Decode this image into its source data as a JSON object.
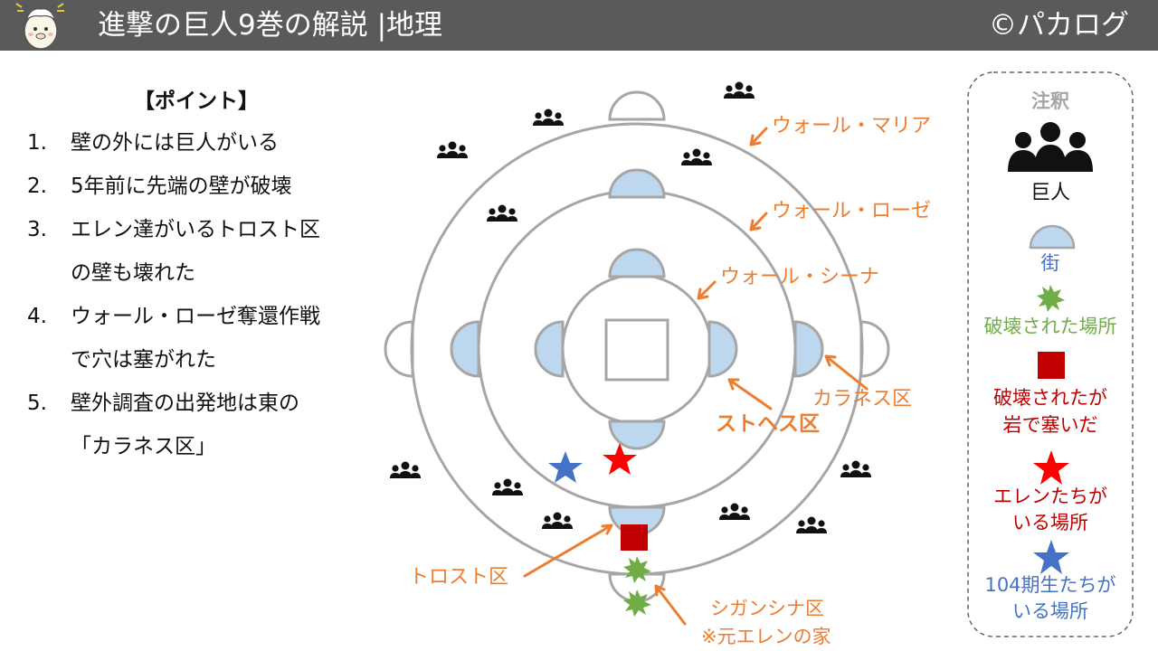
{
  "header": {
    "title": "進撃の巨人9巻の解説 |地理",
    "brand": "©パカログ"
  },
  "points": {
    "title": "【ポイント】",
    "items": [
      {
        "num": "1.",
        "lines": [
          "壁の外には巨人がいる"
        ]
      },
      {
        "num": "2.",
        "lines": [
          "5年前に先端の壁が破壊"
        ]
      },
      {
        "num": "3.",
        "lines": [
          "エレン達がいるトロスト区",
          "の壁も壊れた"
        ]
      },
      {
        "num": "4.",
        "lines": [
          "ウォール・ローゼ奪還作戦",
          "で穴は塞がれた"
        ]
      },
      {
        "num": "5.",
        "lines": [
          "壁外調査の出発地は東の",
          "「カラネス区」"
        ]
      }
    ]
  },
  "map": {
    "labels": {
      "maria": "ウォール・マリア",
      "rose": "ウォール・ローゼ",
      "sina": "ウォール・シーナ",
      "karanes": "カラネス区",
      "stohess": "ストヘス区",
      "trost": "トロスト区",
      "shiganshina_1": "シガンシナ区",
      "shiganshina_2": "※元エレンの家"
    }
  },
  "legend": {
    "title": "注釈",
    "titan": "巨人",
    "town": "街",
    "destroyed": "破壊された場所",
    "blocked_1": "破壊されたが",
    "blocked_2": "岩で塞いだ",
    "eren_1": "エレンたちが",
    "eren_2": "いる場所",
    "cadets_1": "104期生たちが",
    "cadets_2": "いる場所"
  },
  "colors": {
    "header_bg": "#5a5a5a",
    "wall": "#a6a6a6",
    "town_fill": "#bdd7ee",
    "orange": "#ed7d31",
    "red": "#ff0000",
    "dark_red": "#c00000",
    "blue": "#4472c4",
    "green": "#70ad47"
  }
}
